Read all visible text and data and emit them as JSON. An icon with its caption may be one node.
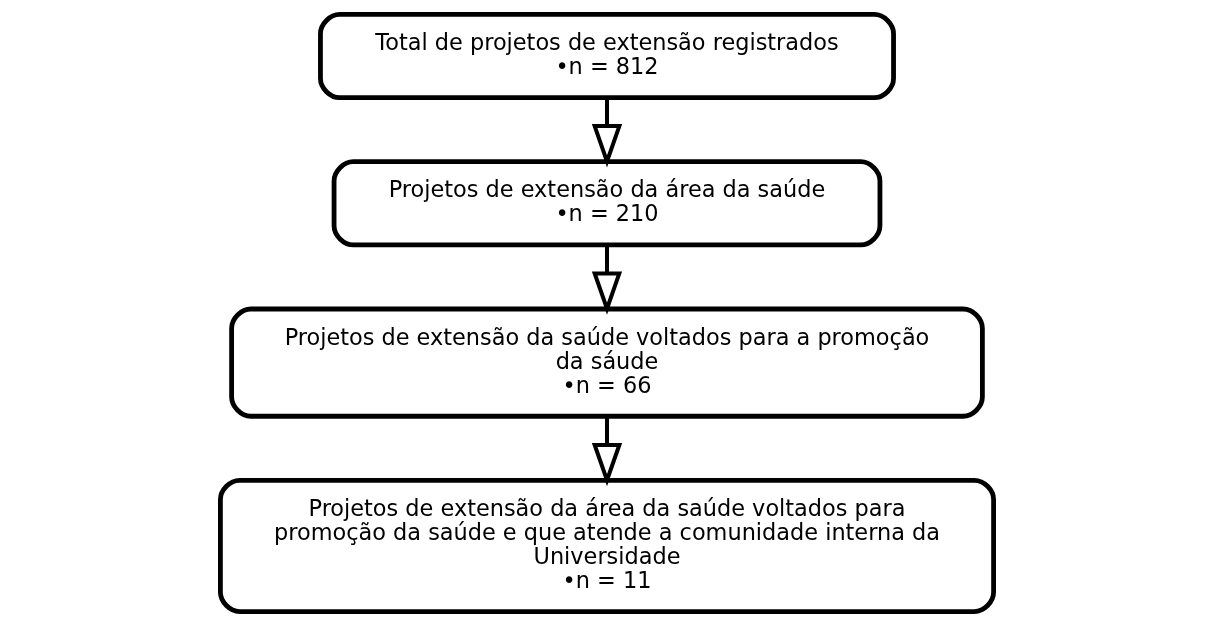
{
  "diagram": {
    "nodes": [
      {
        "text": [
          "Total de projetos de extensão registrados",
          "•n = 812"
        ]
      },
      {
        "text": [
          "Projetos de extensão da área da saúde",
          "•n = 210"
        ]
      },
      {
        "text": [
          "Projetos de extensão da saúde voltados para a promoção da sáude",
          "•n = 66"
        ]
      },
      {
        "text": [
          "Projetos de extensão da área da saúde voltados para promoção da saúde e que atende a comunidade interna da Universidade",
          "•n = 11"
        ]
      }
    ],
    "edges": [
      {
        "from": 0,
        "to": 1,
        "arrow": "to"
      },
      {
        "from": 1,
        "to": 2,
        "arrow": "to"
      },
      {
        "from": 2,
        "to": 3,
        "arrow": "to"
      }
    ]
  }
}
